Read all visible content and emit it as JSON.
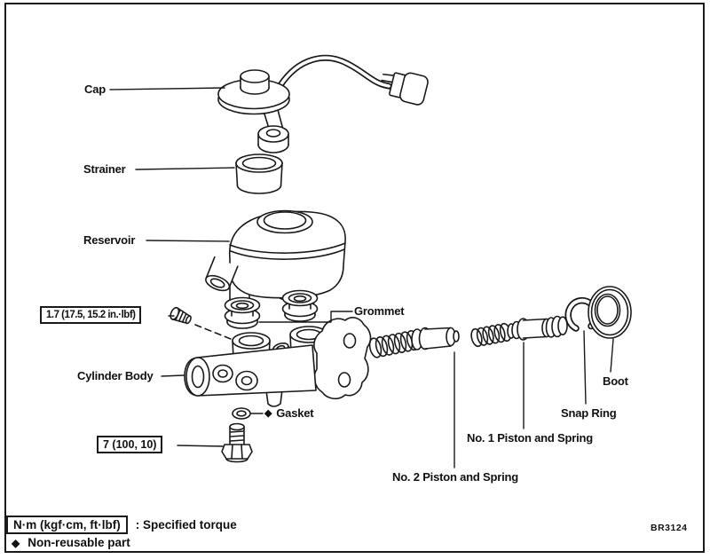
{
  "figure": {
    "type": "exploded-parts-diagram",
    "code": "BR3124",
    "part_labels": {
      "cap": "Cap",
      "strainer": "Strainer",
      "reservoir": "Reservoir",
      "grommet": "Grommet",
      "cylinder_body": "Cylinder Body",
      "gasket": "Gasket",
      "boot": "Boot",
      "snap_ring": "Snap Ring",
      "no1_piston": "No. 1 Piston and Spring",
      "no2_piston": "No. 2 Piston and Spring"
    },
    "markers": {
      "diamond": "◆"
    },
    "torque_specs": {
      "bleeder_plug": "1.7 (17.5, 15.2 in.·lbf)",
      "outlet_plug": "7 (100, 10)"
    },
    "legend": {
      "torque_unit_box": "N·m (kgf·cm, ft·lbf)",
      "torque_meaning": ":  Specified torque",
      "non_reusable_text": "Non-reusable part"
    },
    "colors": {
      "ink": "#1a1a1a",
      "paper": "#ffffff"
    }
  }
}
